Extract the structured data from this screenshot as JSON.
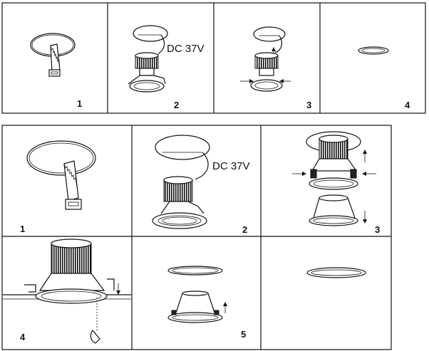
{
  "top_row": {
    "panels": [
      {
        "number": "1"
      },
      {
        "number": "2",
        "label": "DC  37V"
      },
      {
        "number": "3"
      },
      {
        "number": "4"
      }
    ]
  },
  "bottom_grid": {
    "panels": [
      {
        "number": "1"
      },
      {
        "number": "2",
        "label": "DC  37V"
      },
      {
        "number": "3"
      },
      {
        "number": "4"
      },
      {
        "number": "5"
      },
      {
        "number": ""
      }
    ]
  }
}
